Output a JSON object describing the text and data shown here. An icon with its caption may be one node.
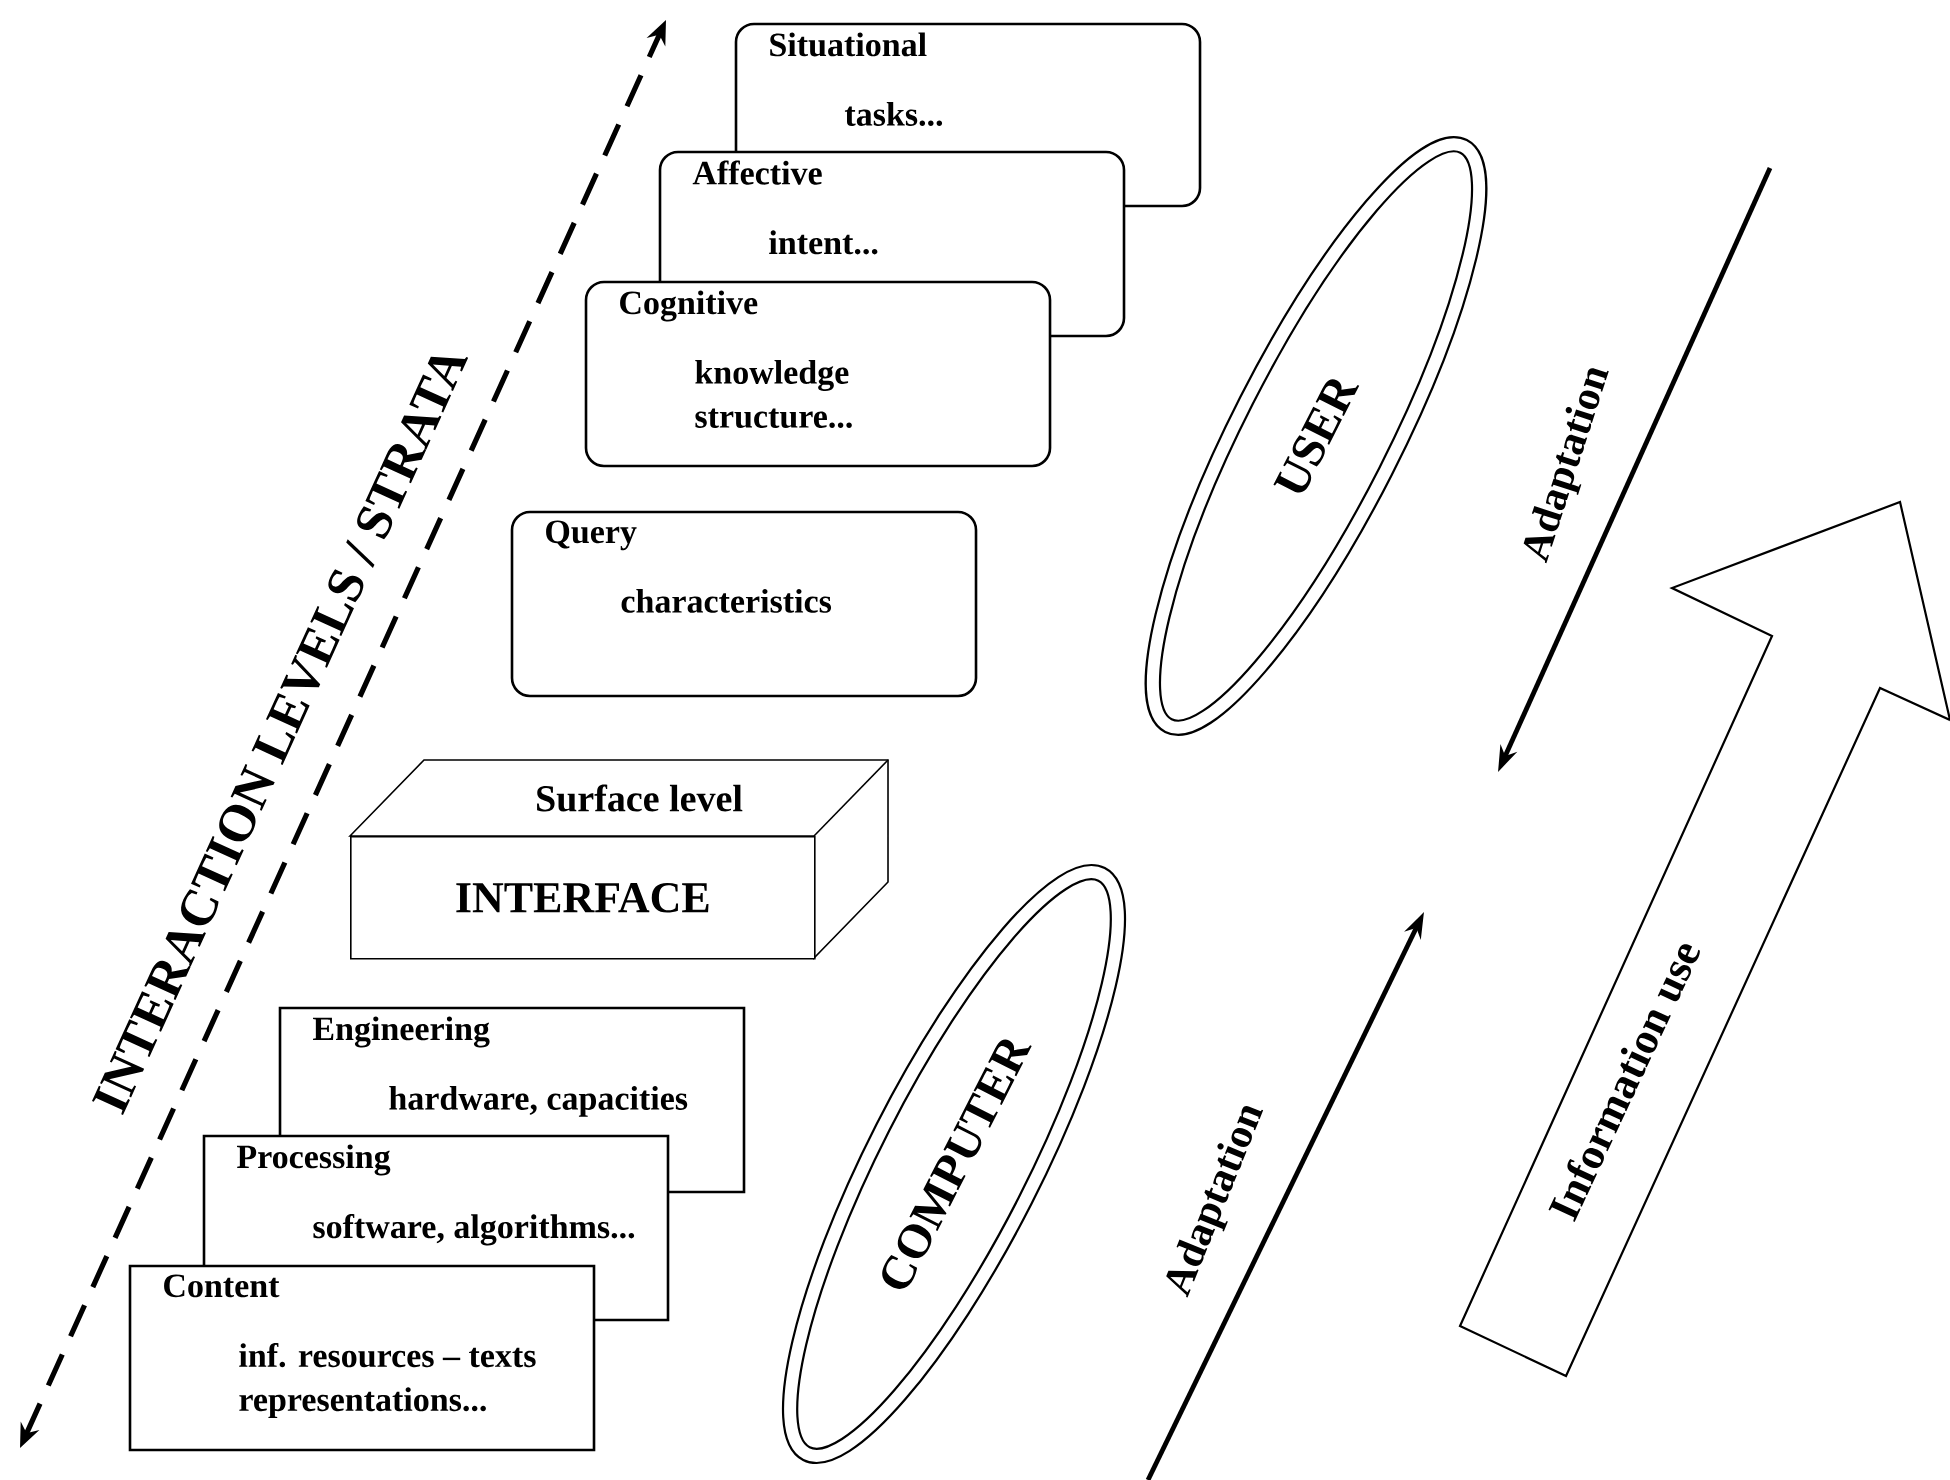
{
  "diagram": {
    "nodes": [
      {
        "text": [
          "Situational",
          "tasks..."
        ]
      },
      {
        "text": [
          "Affective",
          "intent..."
        ]
      },
      {
        "text": [
          "Cognitive",
          "knowledge structure..."
        ]
      },
      {
        "text": [
          "Query",
          "characteristics"
        ]
      },
      {
        "text": [
          "Surface level",
          "INTERFACE"
        ]
      },
      {
        "text": [
          "Engineering",
          "hardware, capacities"
        ]
      },
      {
        "text": [
          "Processing",
          "software, algorithms..."
        ]
      },
      {
        "text": [
          "Content",
          "inf. resources – texts representations..."
        ]
      },
      {
        "text": [
          "USER"
        ]
      },
      {
        "text": [
          "COMPUTER"
        ]
      },
      {
        "text": [
          "Information use"
        ]
      }
    ],
    "labels": [
      "INTERACTION LEVELS / STRATA",
      "Adaptation",
      "Adaptation"
    ]
  }
}
